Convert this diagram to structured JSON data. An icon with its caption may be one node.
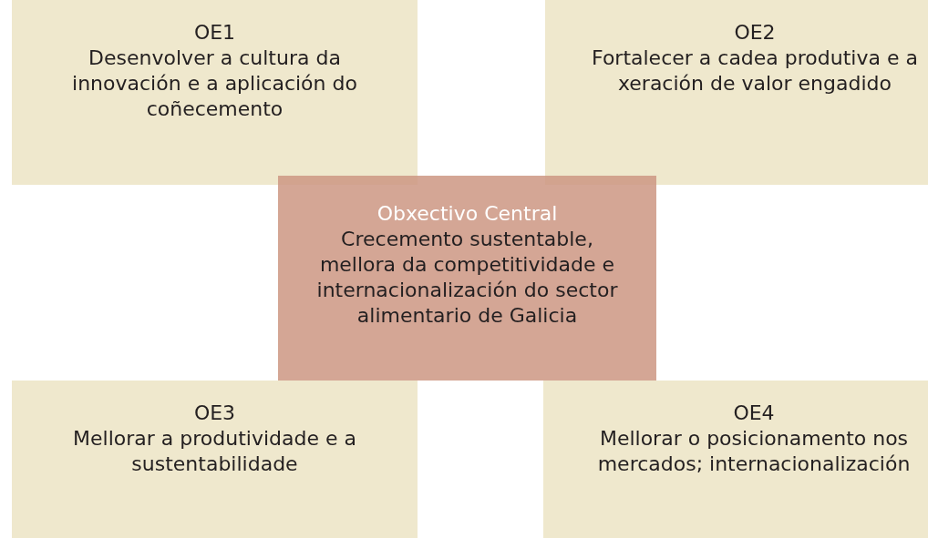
{
  "diagram": {
    "nodes": [
      {
        "text": [
          "OE1",
          "Desenvolver a cultura da innovación e a aplicación do coñecemento"
        ]
      },
      {
        "text": [
          "OE2",
          "Fortalecer a cadea produtiva e a xeración de valor engadido"
        ]
      },
      {
        "text": [
          "Obxectivo Central",
          "Crecemento sustentable, mellora da competitividade e internacionalización do sector alimentario de Galicia"
        ]
      },
      {
        "text": [
          "OE3",
          "Mellorar a produtividade e a sustentabilidade"
        ]
      },
      {
        "text": [
          "OE4",
          "Mellorar o posicionamento nos mercados; internacionalización"
        ]
      }
    ],
    "edges": []
  }
}
